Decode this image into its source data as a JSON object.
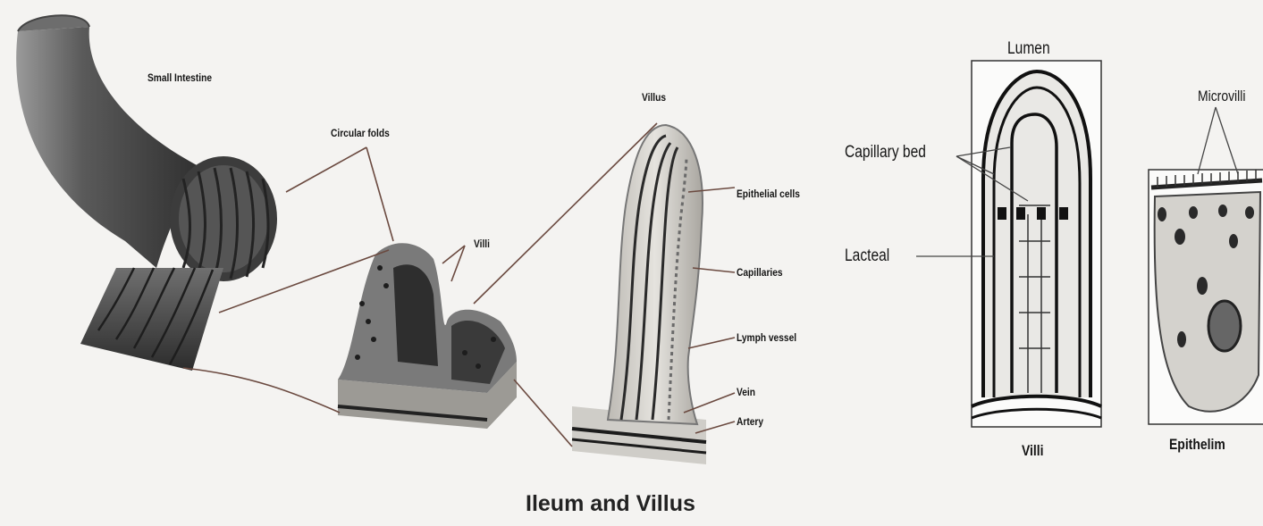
{
  "figure": {
    "title": "Ileum and Villus",
    "panel_small_intestine": {
      "title": "Small Intestine",
      "label_circular_folds": "Circular folds",
      "label_villi": "Villi"
    },
    "panel_villus": {
      "title": "Villus",
      "label_epithelial_cells": "Epithelial cells",
      "label_capillaries": "Capillaries",
      "label_lymph_vessel": "Lymph vessel",
      "label_vein": "Vein",
      "label_artery": "Artery"
    },
    "panel_villi_section": {
      "label_lumen": "Lumen",
      "label_capillary_bed": "Capillary bed",
      "label_lacteal": "Lacteal",
      "caption": "Villi"
    },
    "panel_epithelium": {
      "label_microvilli": "Microvilli",
      "caption": "Epithelim"
    }
  },
  "colors": {
    "background": "#f4f3f1",
    "tissue_dark": "#3a3a3a",
    "tissue_mid": "#8a8a8a",
    "tissue_light": "#c9c7c2",
    "leader_line": "#6b4a40"
  }
}
